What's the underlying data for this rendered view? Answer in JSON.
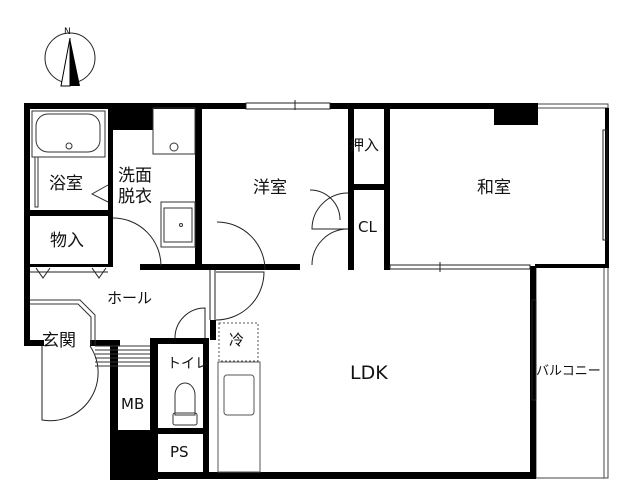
{
  "compass": {
    "label": "N"
  },
  "rooms": {
    "bath": "浴室",
    "washroom_line1": "洗面",
    "washroom_line2": "脱衣",
    "western_room": "洋室",
    "closet_oshiire": "押入",
    "closet_cl": "CL",
    "japanese_room": "和室",
    "storage": "物入",
    "hall": "ホール",
    "entrance": "玄関",
    "toilet": "トイレ",
    "fridge": "冷",
    "mb": "MB",
    "ps": "PS",
    "ldk": "LDK",
    "balcony": "バルコニー"
  },
  "colors": {
    "wall": "#000000",
    "line": "#222222",
    "fixture": "#888888"
  }
}
